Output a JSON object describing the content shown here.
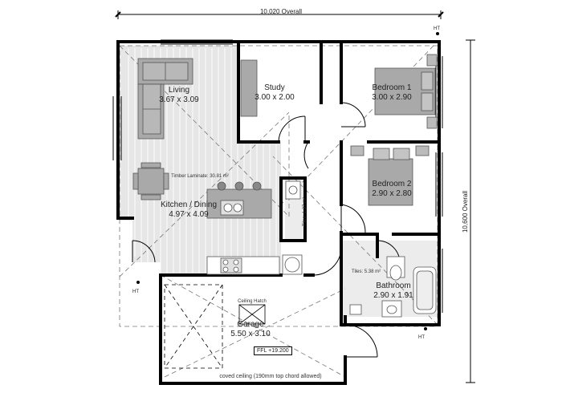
{
  "dimensions": {
    "overall_width": "10,020 Overall",
    "overall_height": "10,600 Overall"
  },
  "rooms": {
    "living": {
      "name": "Living",
      "size": "3.67 x 3.09"
    },
    "study": {
      "name": "Study",
      "size": "3.00 x 2.00"
    },
    "bedroom1": {
      "name": "Bedroom 1",
      "size": "3.00 x 2.90"
    },
    "bedroom2": {
      "name": "Bedroom 2",
      "size": "2.90 x 2.80"
    },
    "kitchen": {
      "name": "Kitchen / Dining",
      "size": "4.97 x 4.09"
    },
    "bathroom": {
      "name": "Bathroom",
      "size": "2.90 x 1.91"
    },
    "garage": {
      "name": "Garage",
      "size": "5.50 x 3.10"
    }
  },
  "notes": {
    "timber": "Timber Laminate: 30.81 m²",
    "tiles_hall": "Tiles: 1.37 m²",
    "tiles_bath": "Tiles: 5.38 m²",
    "ceiling_hatch": "Ceiling Hatch",
    "ffl": "FFL +19.200",
    "coved": "coved ceiling (190mm top chord allowed)"
  },
  "ht_markers": {
    "label": "HT"
  },
  "colors": {
    "wall": "#000000",
    "floor": "#e6e6e6",
    "furniture": "#a9a9a9",
    "grain": "#f2f2f2"
  }
}
